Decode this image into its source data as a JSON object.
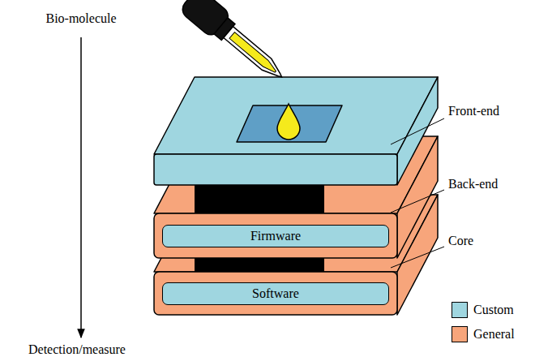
{
  "diagram": {
    "nodes": [
      {
        "text": [
          "Firmware"
        ]
      },
      {
        "text": [
          "Software"
        ]
      }
    ],
    "labels": [
      "Bio-molecule",
      "Detection/measure",
      "Front-end",
      "Back-end",
      "Core"
    ],
    "legend": [
      {
        "text": "Custom",
        "color": "#9fd6e0"
      },
      {
        "text": "General",
        "color": "#f7a57b"
      }
    ]
  }
}
